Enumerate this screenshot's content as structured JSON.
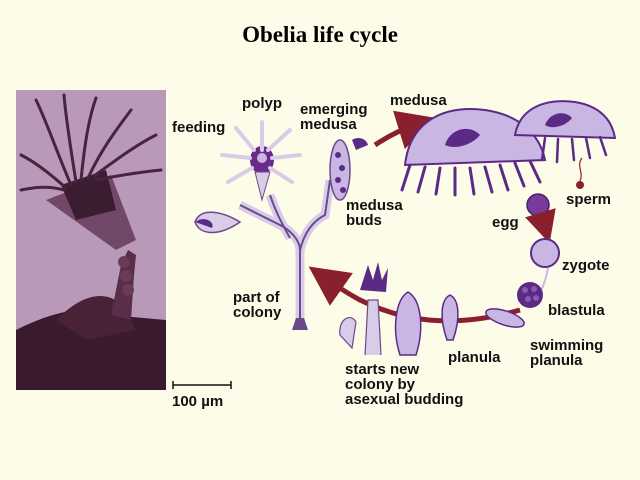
{
  "title": "Obelia life cycle",
  "labels": {
    "feeding": "feeding",
    "polyp": "polyp",
    "emerging_medusa": "emerging\nmedusa",
    "medusa": "medusa",
    "sperm": "sperm",
    "egg": "egg",
    "medusa_buds": "medusa\nbuds",
    "zygote": "zygote",
    "blastula": "blastula",
    "part_of_colony": "part of\ncolony",
    "swimming_planula": "swimming\nplanula",
    "planula": "planula",
    "starts_new_colony": "starts new\ncolony by\nasexual budding"
  },
  "scale_bar": "100 µm",
  "colors": {
    "background": "#fdfce8",
    "purple": "#5a2a86",
    "lavender": "#c6b4e0",
    "arrow": "#8a1f2e"
  }
}
